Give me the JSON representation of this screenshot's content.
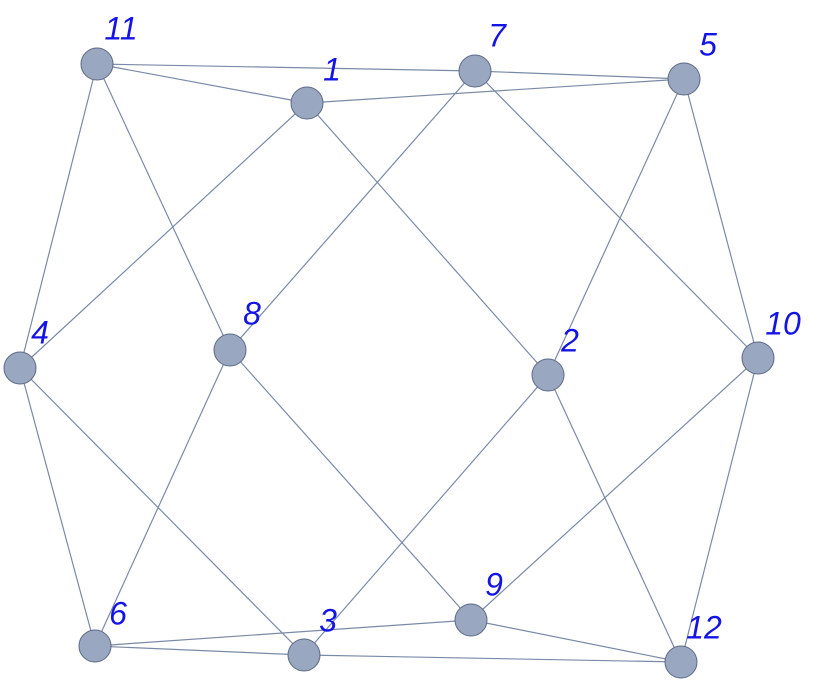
{
  "graph": {
    "node_color": "#9aa7c0",
    "edge_color": "#7a8aa6",
    "label_color": "#1414e6",
    "nodes": [
      {
        "id": "1",
        "label": "1"
      },
      {
        "id": "2",
        "label": "2"
      },
      {
        "id": "3",
        "label": "3"
      },
      {
        "id": "4",
        "label": "4"
      },
      {
        "id": "5",
        "label": "5"
      },
      {
        "id": "6",
        "label": "6"
      },
      {
        "id": "7",
        "label": "7"
      },
      {
        "id": "8",
        "label": "8"
      },
      {
        "id": "9",
        "label": "9"
      },
      {
        "id": "10",
        "label": "10"
      },
      {
        "id": "11",
        "label": "11"
      },
      {
        "id": "12",
        "label": "12"
      }
    ],
    "edges": [
      [
        "11",
        "7"
      ],
      [
        "11",
        "1"
      ],
      [
        "11",
        "4"
      ],
      [
        "11",
        "8"
      ],
      [
        "1",
        "5"
      ],
      [
        "1",
        "4"
      ],
      [
        "1",
        "2"
      ],
      [
        "7",
        "5"
      ],
      [
        "7",
        "8"
      ],
      [
        "7",
        "10"
      ],
      [
        "5",
        "2"
      ],
      [
        "5",
        "10"
      ],
      [
        "4",
        "6"
      ],
      [
        "4",
        "3"
      ],
      [
        "8",
        "6"
      ],
      [
        "8",
        "9"
      ],
      [
        "2",
        "3"
      ],
      [
        "2",
        "12"
      ],
      [
        "10",
        "9"
      ],
      [
        "10",
        "12"
      ],
      [
        "6",
        "9"
      ],
      [
        "6",
        "3"
      ],
      [
        "3",
        "12"
      ],
      [
        "9",
        "12"
      ]
    ]
  }
}
